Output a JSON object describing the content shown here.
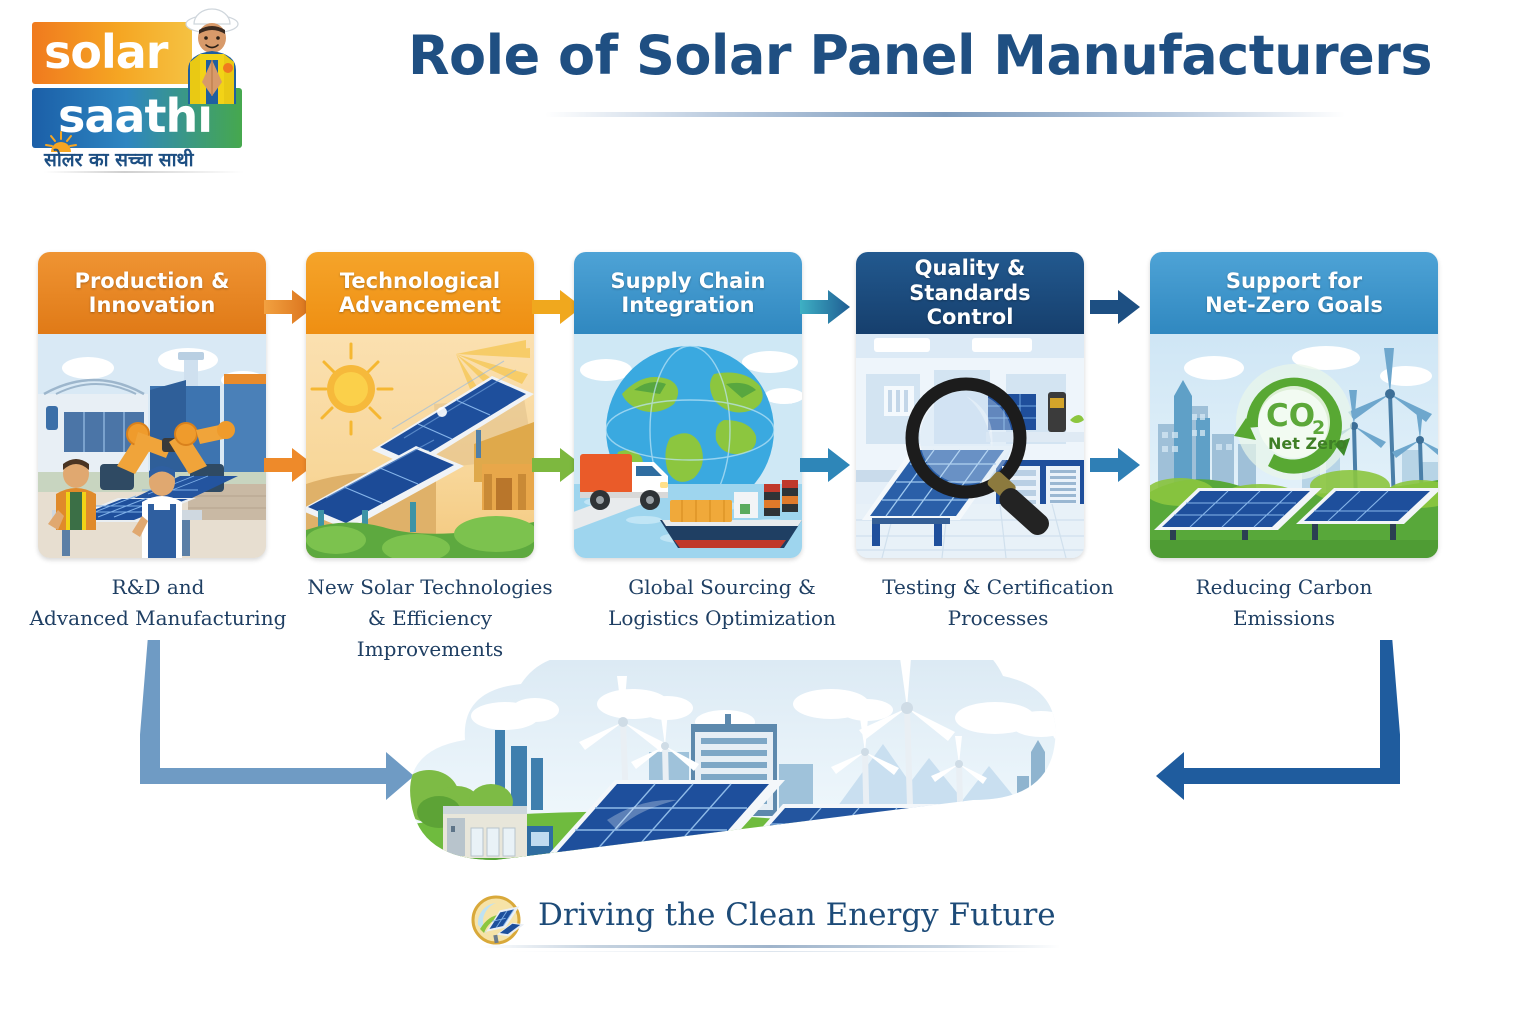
{
  "logo": {
    "line1": "solar",
    "line2": "saathi",
    "tagline_hindi": "सोलर का सच्चा साथी",
    "person_icon": "worker-namaste-icon",
    "sun_icon": "sun-rays-icon",
    "colors": {
      "orange": "#f5a623",
      "blue": "#1b5fa8",
      "green": "#46a84e"
    }
  },
  "header": {
    "title": "Role of Solar Panel Manufacturers",
    "title_color": "#1f4f82"
  },
  "stages": [
    {
      "id": "production-innovation",
      "header": "Production &\nInnovation",
      "header_color": "#e98725",
      "caption": "R&D and\nAdvanced Manufacturing",
      "image_name": "factory-robotics-solar-assembly-image"
    },
    {
      "id": "technological-advancement",
      "header": "Technological\nAdvancement",
      "header_color": "#f29a1c",
      "caption": "New Solar Technologies\n& Efficiency\nImprovements",
      "image_name": "sunrise-solar-panels-image"
    },
    {
      "id": "supply-chain-integration",
      "header": "Supply Chain\nIntegration",
      "header_color": "#3a93c9",
      "caption": "Global Sourcing &\nLogistics Optimization",
      "image_name": "globe-truck-cargo-ship-image"
    },
    {
      "id": "quality-standards-control",
      "header": "Quality &\nStandards Control",
      "header_color": "#1d4f82",
      "caption": "Testing & Certification\nProcesses",
      "image_name": "lab-magnifier-solar-panel-image"
    },
    {
      "id": "support-net-zero-goals",
      "header": "Support for\nNet-Zero Goals",
      "header_color": "#3a93c9",
      "caption": "Reducing Carbon\nEmissions",
      "image_name": "co2-net-zero-city-turbines-image"
    }
  ],
  "flow_arrows": {
    "gap_colors_top": [
      "#e07b1e",
      "#f0a81e",
      "#3aa0b8",
      "#1d4f82"
    ],
    "gap_colors_bottom": [
      "#ee8a2a",
      "#7db83f",
      "#2e86b8",
      "#2f7fb5"
    ],
    "left_elbow_color": "#6f9bc4",
    "right_elbow_color": "#1f5c9e"
  },
  "bottom_scene": {
    "image_name": "clean-energy-landscape-image",
    "elements": [
      "wind-turbines",
      "solar-farm",
      "office-building",
      "city-skyline",
      "clouds",
      "green-field"
    ]
  },
  "footer": {
    "tagline": "Driving the Clean Energy Future",
    "icon_name": "solar-panel-badge-icon",
    "text_color": "#1d4b78"
  }
}
